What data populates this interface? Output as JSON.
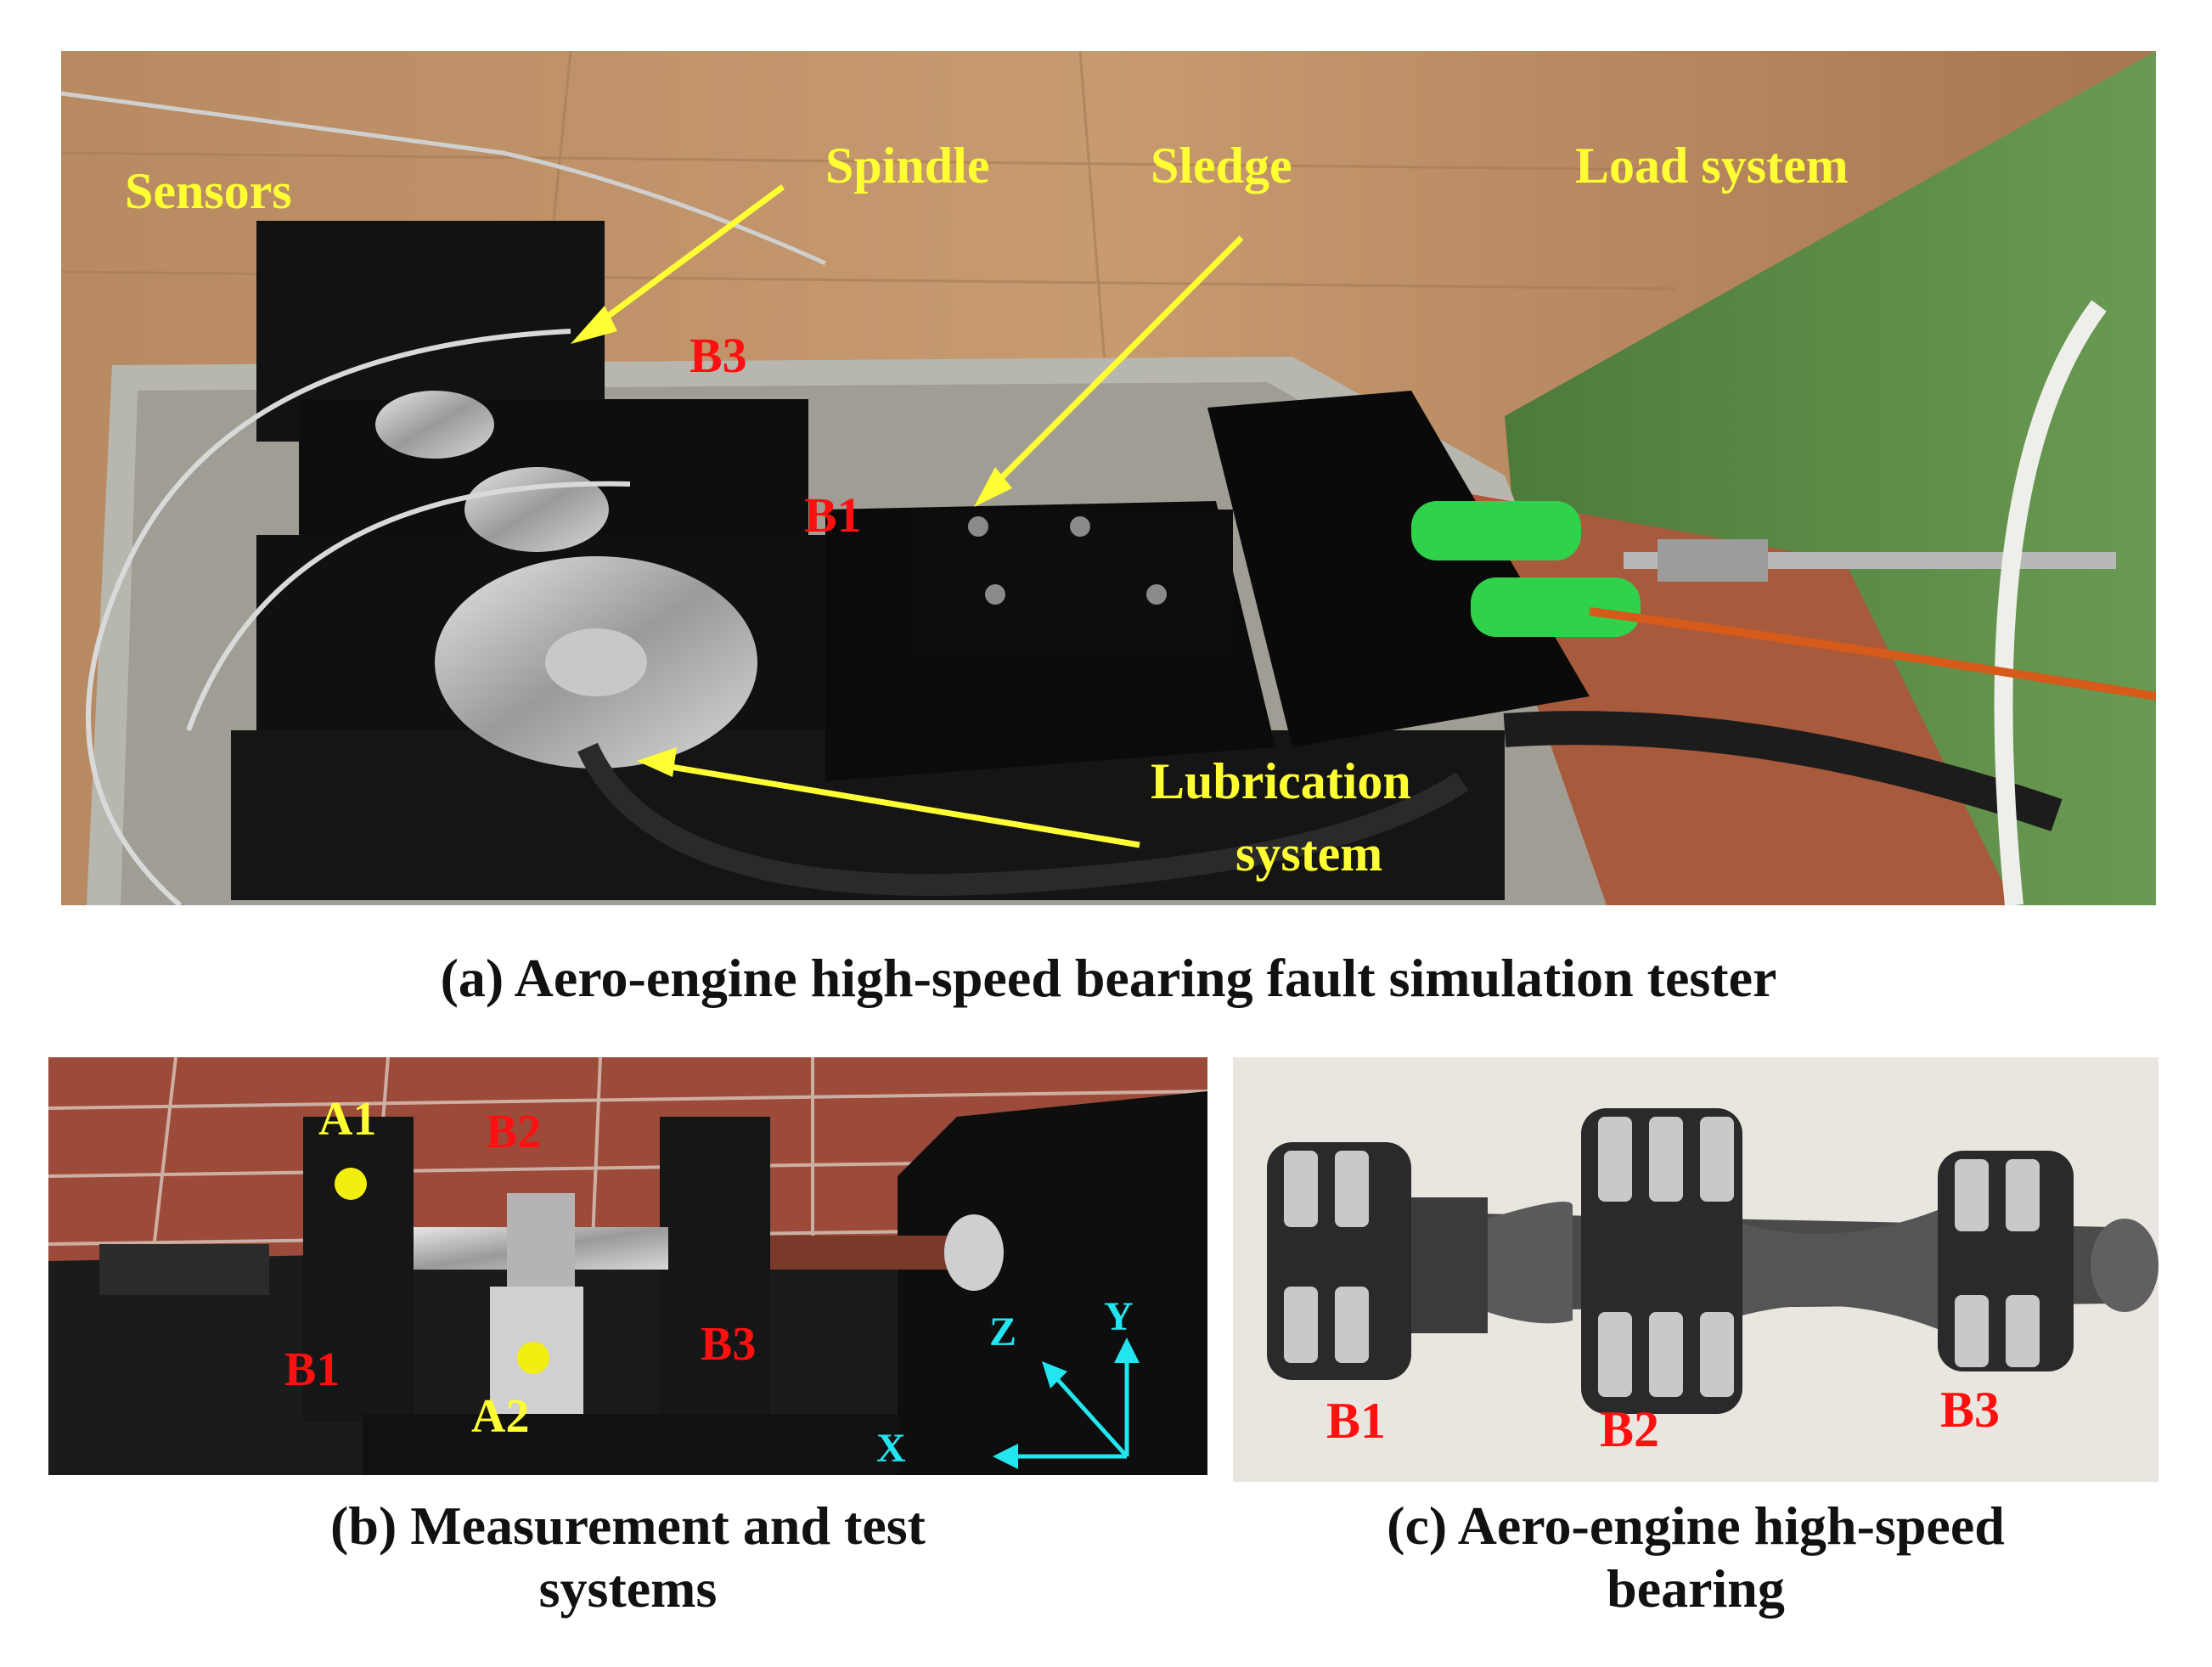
{
  "panel_a": {
    "labels": {
      "sensors": "Sensors",
      "spindle": "Spindle",
      "sledge": "Sledge",
      "load_system": "Load system",
      "lubrication_line1": "Lubrication",
      "lubrication_line2": "system",
      "b3": "B3",
      "b1": "B1"
    },
    "caption": "(a) Aero-engine high-speed bearing fault simulation tester"
  },
  "panel_b": {
    "labels": {
      "a1": "A1",
      "a2": "A2",
      "b1": "B1",
      "b2": "B2",
      "b3": "B3",
      "axis_x": "X",
      "axis_y": "Y",
      "axis_z": "Z"
    },
    "caption_line1": "(b) Measurement and test",
    "caption_line2": "systems"
  },
  "panel_c": {
    "labels": {
      "b1": "B1",
      "b2": "B2",
      "b3": "B3"
    },
    "caption_line1": "(c) Aero-engine high-speed",
    "caption_line2": "bearing"
  },
  "colors": {
    "annotation_yellow": "#ffff33",
    "bearing_red": "#ff1010",
    "axis_cyan": "#22e5f0"
  }
}
